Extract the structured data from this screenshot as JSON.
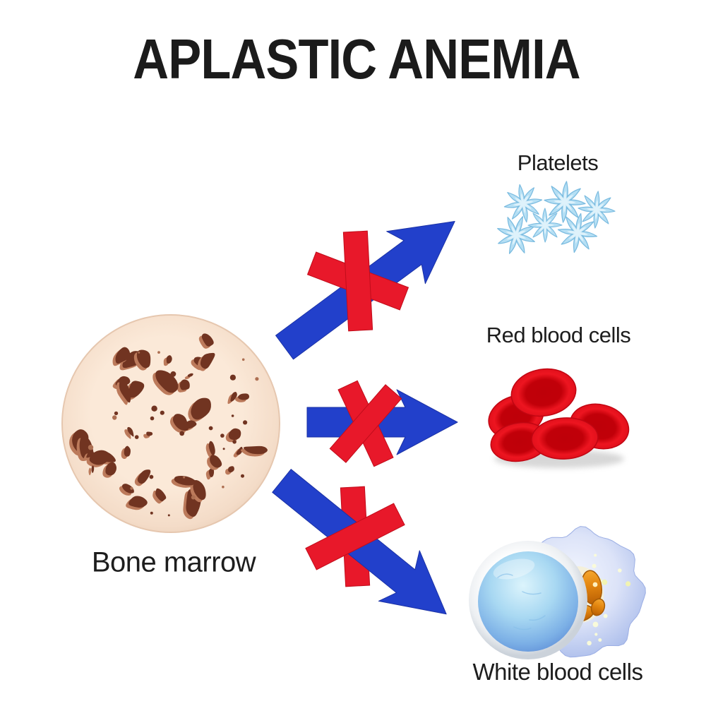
{
  "title": {
    "text": "APLASTIC ANEMIA"
  },
  "diagram": {
    "source": {
      "label": "Bone marrow",
      "icon": "bone-marrow-icon"
    },
    "blocked_outputs": [
      {
        "label": "Platelets",
        "icon": "platelets-icon",
        "arrow": "blocked-arrow-up-right"
      },
      {
        "label": "Red blood cells",
        "icon": "red-blood-cells-icon",
        "arrow": "blocked-arrow-right"
      },
      {
        "label": "White blood cells",
        "icon": "white-blood-cells-icon",
        "arrow": "blocked-arrow-down-right"
      }
    ]
  },
  "colors": {
    "background": "#FFFFFF",
    "text_black": "#1B1B1B",
    "arrow_blue": "#2240CB",
    "arrow_edge": "#1B32A6",
    "cross_red": "#E8182A",
    "cross_edge": "#C10D1B",
    "marrow_fill": "#FBE9D8",
    "marrow_rim": "#E6C7AF",
    "spot_brown": "#713421",
    "spot_highlight": "#BC7A5B",
    "platelet_fill": "#B5DFF4",
    "platelet_edge": "#7CBCE0",
    "rbc_red": "#ED1520",
    "rbc_dark": "#C10009",
    "wbc_body": "#C9D6F4",
    "nucleus_orange": "#D9780F",
    "granule_yellow": "#F2F4AE",
    "sphere_blue": "#A8D8F2"
  }
}
